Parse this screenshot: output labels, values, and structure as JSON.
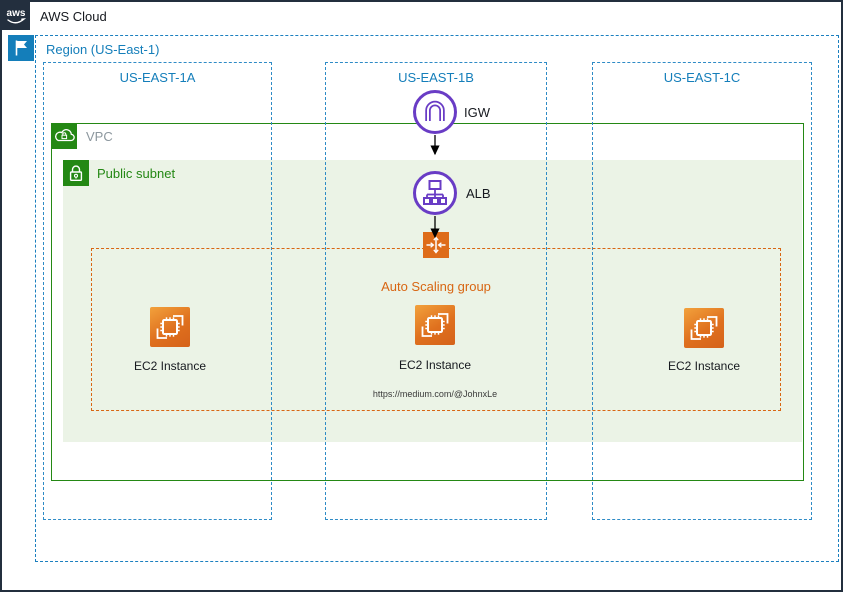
{
  "diagram": {
    "aws_cloud": {
      "label": "AWS Cloud",
      "logo_icon": "aws-logo-icon"
    },
    "region": {
      "label": "Region (US-East-1)",
      "icon": "flag-icon"
    },
    "availability_zones": [
      {
        "label": "US-EAST-1A"
      },
      {
        "label": "US-EAST-1B"
      },
      {
        "label": "US-EAST-1C"
      }
    ],
    "vpc": {
      "label": "VPC",
      "icon": "vpc-cloud-lock-icon"
    },
    "public_subnet": {
      "label": "Public subnet",
      "icon": "lock-icon"
    },
    "igw": {
      "label": "IGW",
      "icon": "internet-gateway-icon"
    },
    "alb": {
      "label": "ALB",
      "icon": "load-balancer-icon"
    },
    "auto_scaling_group": {
      "label": "Auto Scaling group",
      "icon": "auto-scaling-icon"
    },
    "ec2_instances": [
      {
        "label": "EC2 Instance"
      },
      {
        "label": "EC2 Instance"
      },
      {
        "label": "EC2 Instance"
      }
    ],
    "attribution": "https://medium.com/@JohnxLe",
    "colors": {
      "navy": "#232F3E",
      "region_blue": "#147EBA",
      "vpc_green": "#248814",
      "subnet_fill": "#EBF3E6",
      "scaling_orange": "#D86613",
      "network_purple": "#693CC5"
    }
  }
}
